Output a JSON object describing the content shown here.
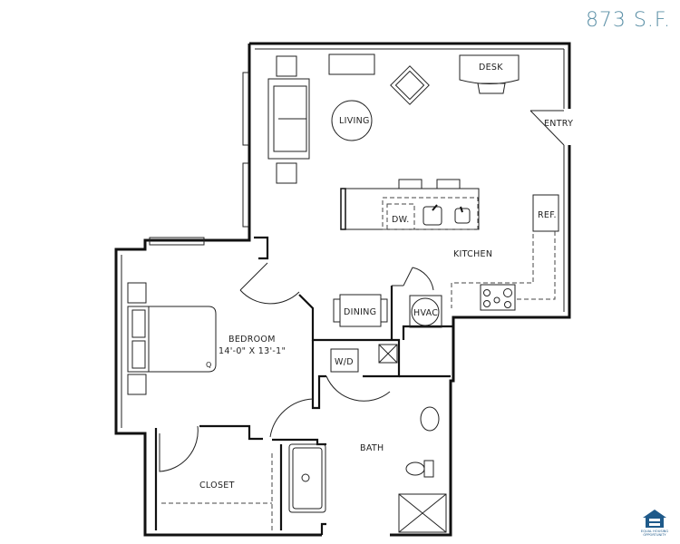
{
  "header": {
    "area_label": "873 S.F."
  },
  "rooms": {
    "living": "LIVING",
    "desk": "DESK",
    "entry": "ENTRY",
    "kitchen": "KITCHEN",
    "dishwasher": "DW.",
    "refrigerator": "REF.",
    "dining": "DINING",
    "hvac": "HVAC",
    "bedroom": "BEDROOM",
    "bedroom_dims": "14'-0\" X 13'-1\"",
    "washer_dryer": "W/D",
    "bath": "BATH",
    "closet": "CLOSET",
    "bed_size": "Q"
  },
  "footer": {
    "logo_line1": "EQUAL HOUSING",
    "logo_line2": "OPPORTUNITY"
  },
  "colors": {
    "area_label": "#5a8fa6",
    "logo": "#1f5a8a",
    "walls": "#111111"
  }
}
